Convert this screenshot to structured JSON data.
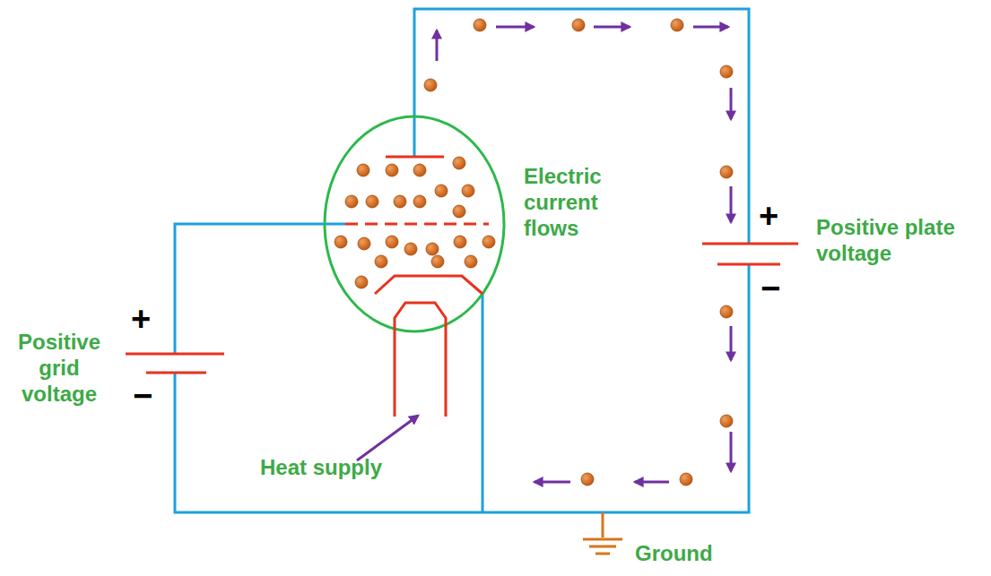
{
  "diagram": {
    "labels": [
      "+",
      "Electric current flows",
      "Positive plate voltage",
      "+",
      "−",
      "Positive grid voltage",
      "−",
      "Heat supply",
      "Ground"
    ]
  }
}
